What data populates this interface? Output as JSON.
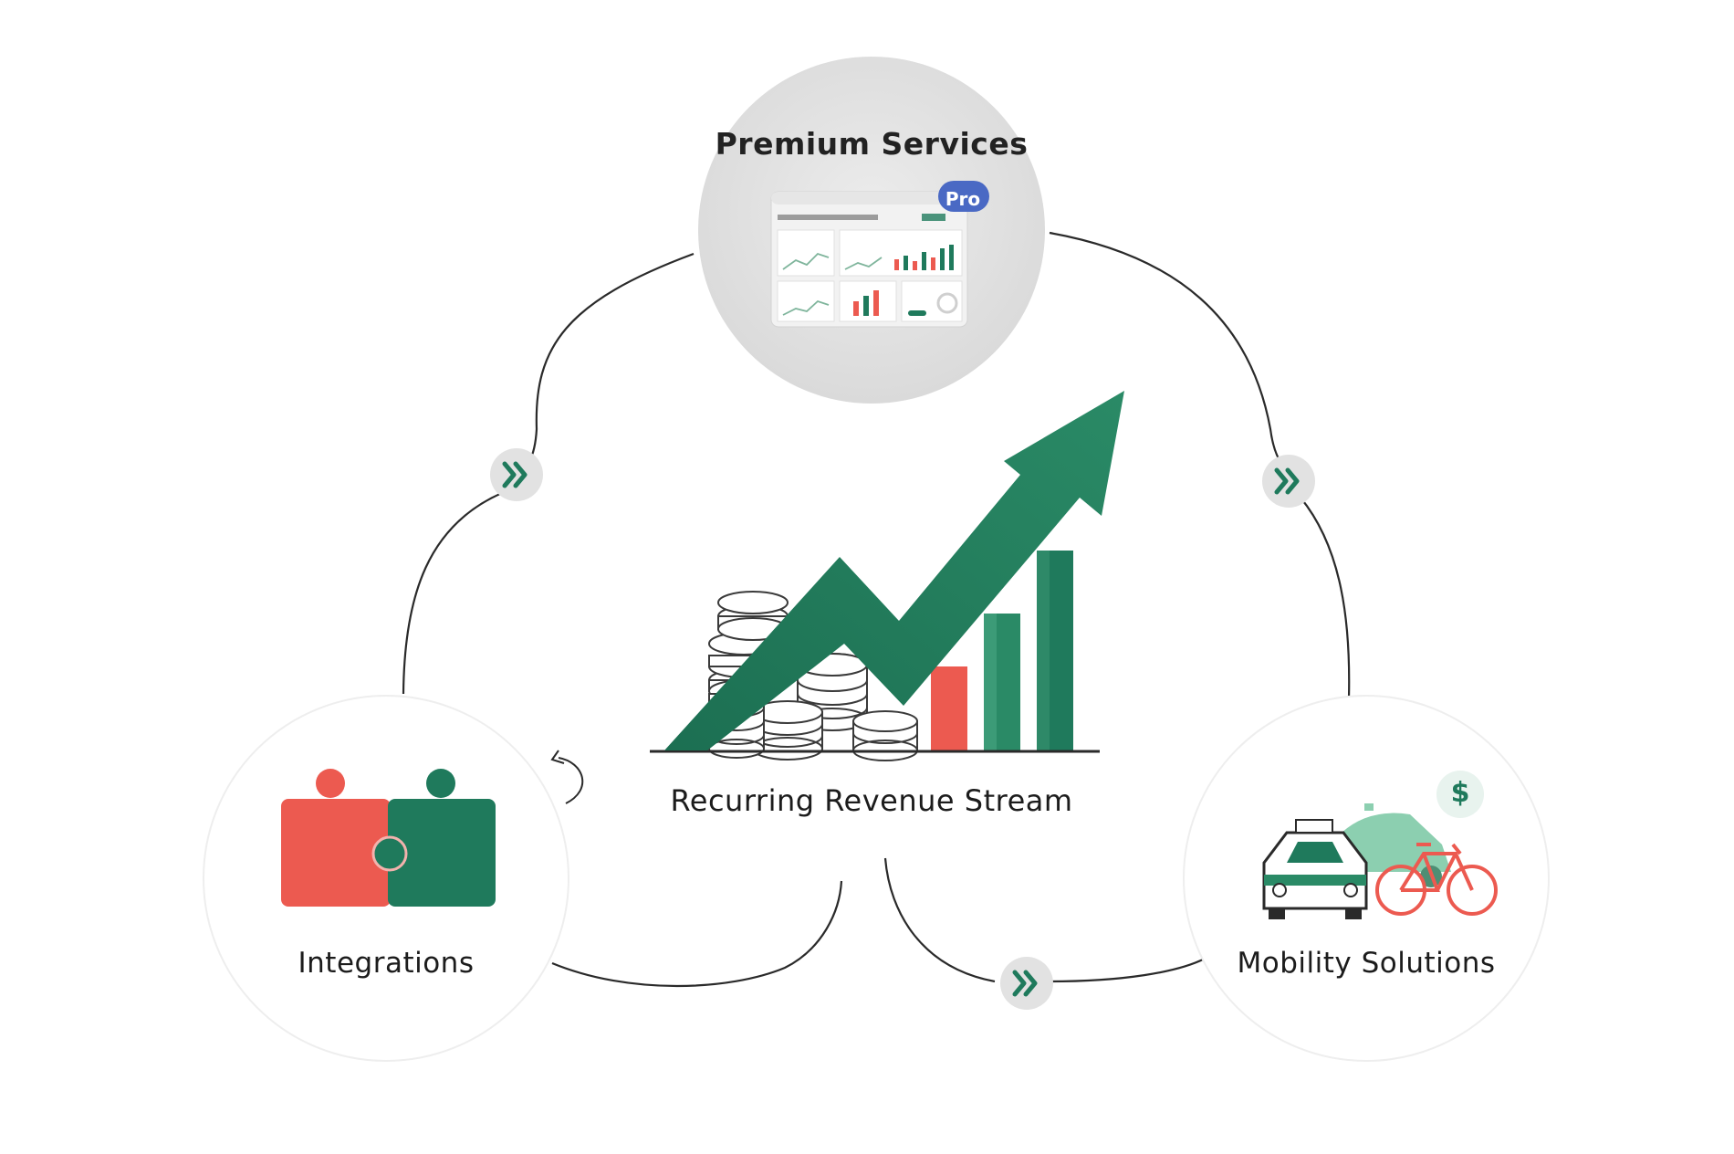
{
  "nodes": {
    "premium": {
      "label": "Premium Services",
      "badge": "Pro"
    },
    "center": {
      "label": "Recurring Revenue Stream"
    },
    "integrations": {
      "label": "Integrations"
    },
    "mobility": {
      "label": "Mobility Solutions",
      "currency_symbol": "$"
    }
  },
  "colors": {
    "green": "#1f7a5c",
    "dark_green": "#17634a",
    "light_green": "#7cc6a6",
    "red": "#ec5a50",
    "gray_circle": "#e4e4e4",
    "badge_blue": "#4a69c4",
    "line": "#2a2a2a"
  },
  "icons": [
    "double-chevron-icon",
    "puzzle-icon",
    "taxi-icon",
    "car-icon",
    "bicycle-icon",
    "dollar-coin-icon",
    "growth-arrow-icon",
    "coin-stack-icon",
    "dashboard-icon"
  ]
}
